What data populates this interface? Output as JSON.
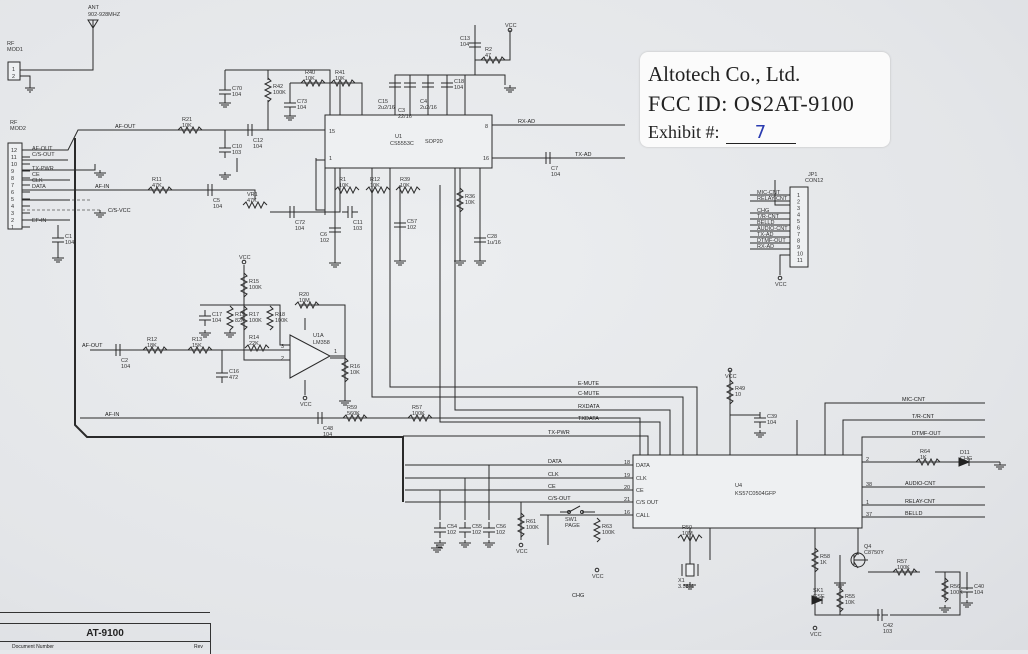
{
  "stamp": {
    "company": "Altotech Co., Ltd.",
    "fcc_id": "FCC ID: OS2AT-9100",
    "exhibit_label": "Exhibit #:",
    "exhibit_number": "7"
  },
  "title_block": {
    "title": "AT-9100",
    "doc_label": "Document Number",
    "rev_label": "Rev"
  },
  "antenna": {
    "ref": "ANT",
    "freq": "902-928MHZ"
  },
  "modules": [
    {
      "ref": "RF",
      "name": "MOD1",
      "pins": [
        "1",
        "2"
      ]
    },
    {
      "ref": "RF",
      "name": "MOD2",
      "pins": [
        "12",
        "11",
        "10",
        "9",
        "8",
        "7",
        "6",
        "5",
        "4",
        "3",
        "2",
        "1"
      ]
    }
  ],
  "mod2_labels": [
    "AF-OUT",
    "C/S-OUT",
    "TX-PWR",
    "CE",
    "CLK",
    "DATA",
    "EF-IN"
  ],
  "ics": {
    "u1": {
      "ref": "U1",
      "part": "CS5553C",
      "package": "SOP20",
      "pins": [
        "15",
        "1",
        "8",
        "16"
      ]
    },
    "u4": {
      "ref": "U4",
      "part": "KS57C0504GFP",
      "left_pins": [
        {
          "num": "18",
          "name": "DATA"
        },
        {
          "num": "19",
          "name": "CLK"
        },
        {
          "num": "20",
          "name": "CE"
        },
        {
          "num": "21",
          "name": "C/S OUT"
        },
        {
          "num": "16",
          "name": "CALL"
        }
      ],
      "right_pins": [
        "2",
        "38",
        "1",
        "37"
      ]
    },
    "u1a": {
      "ref": "U1A",
      "part": "LM358",
      "pins": [
        "3",
        "2",
        "1"
      ]
    },
    "jp1": {
      "ref": "JP1",
      "part": "CON12",
      "pins": [
        "1",
        "2",
        "3",
        "4",
        "5",
        "6",
        "7",
        "8",
        "9",
        "10",
        "11"
      ]
    }
  },
  "jp1_labels": [
    "MIC-CNT",
    "RELAY-CNT",
    "CHG",
    "T/R-CNT",
    "BELLD",
    "AUDIO-CNT",
    "TX-AD",
    "DTMF-OUT",
    "RX-AD"
  ],
  "nets": {
    "af_out": "AF-OUT",
    "af_in": "AF-IN",
    "cs_vcc": "C/S-VCC",
    "rx_ad": "RX-AD",
    "tx_ad": "TX-AD",
    "af_out2": "AF-OUT",
    "af_in2": "AF-IN",
    "e_mute": "E-MUTE",
    "c_mute": "C-MUTE",
    "rxdata": "RXDATA",
    "txdata": "TXDATA",
    "tx_pwr": "TX-PWR",
    "data": "DATA",
    "clk": "CLK",
    "ce": "CE",
    "cs_out": "C/S-OUT",
    "chg": "CHG",
    "mic_cnt": "MIC-CNT",
    "tr_cnt": "T/R-CNT",
    "dtmf_out": "DTMF-OUT",
    "audio_cnt": "AUDIO-CNT",
    "relay_cnt": "RELAY-CNT",
    "belld": "BELLD"
  },
  "power": {
    "vcc": "VCC"
  },
  "components": [
    {
      "ref": "R21",
      "value": "10K"
    },
    {
      "ref": "C12",
      "value": "104"
    },
    {
      "ref": "C10",
      "value": "103"
    },
    {
      "ref": "C70",
      "value": "104"
    },
    {
      "ref": "R42",
      "value": "100K"
    },
    {
      "ref": "C73",
      "value": "104"
    },
    {
      "ref": "R40",
      "value": "10K"
    },
    {
      "ref": "R41",
      "value": "10K"
    },
    {
      "ref": "C15",
      "value": "2u2/16"
    },
    {
      "ref": "C3",
      "value": "22/16"
    },
    {
      "ref": "C4",
      "value": "2u2/16"
    },
    {
      "ref": "C18",
      "value": "104"
    },
    {
      "ref": "C13",
      "value": "104"
    },
    {
      "ref": "R2",
      "value": "47"
    },
    {
      "ref": "R11",
      "value": "47K"
    },
    {
      "ref": "C5",
      "value": "104"
    },
    {
      "ref": "VR1",
      "value": "47K"
    },
    {
      "ref": "C72",
      "value": "104"
    },
    {
      "ref": "R1",
      "value": "10K"
    },
    {
      "ref": "R12",
      "value": "10K"
    },
    {
      "ref": "R39",
      "value": "10K"
    },
    {
      "ref": "C11",
      "value": "103"
    },
    {
      "ref": "C6",
      "value": "102"
    },
    {
      "ref": "C57",
      "value": "102"
    },
    {
      "ref": "R36",
      "value": "10K"
    },
    {
      "ref": "C28",
      "value": "1u/16"
    },
    {
      "ref": "C7",
      "value": "104"
    },
    {
      "ref": "C1",
      "value": "104"
    },
    {
      "ref": "R15",
      "value": "100K"
    },
    {
      "ref": "C17",
      "value": "104"
    },
    {
      "ref": "R19",
      "value": "82K"
    },
    {
      "ref": "R17",
      "value": "100K"
    },
    {
      "ref": "R18",
      "value": "100K"
    },
    {
      "ref": "R20",
      "value": "10M"
    },
    {
      "ref": "R14",
      "value": "22K"
    },
    {
      "ref": "C2",
      "value": "104"
    },
    {
      "ref": "R12",
      "value": "18K"
    },
    {
      "ref": "R13",
      "value": "15K"
    },
    {
      "ref": "C16",
      "value": "472"
    },
    {
      "ref": "R16",
      "value": "10K"
    },
    {
      "ref": "C48",
      "value": "104"
    },
    {
      "ref": "R59",
      "value": "560K"
    },
    {
      "ref": "R57",
      "value": "100K"
    },
    {
      "ref": "C54",
      "value": "102"
    },
    {
      "ref": "C55",
      "value": "102"
    },
    {
      "ref": "C56",
      "value": "102"
    },
    {
      "ref": "R61",
      "value": "100K"
    },
    {
      "ref": "SW1",
      "value": "PAGE"
    },
    {
      "ref": "R63",
      "value": "100K"
    },
    {
      "ref": "R50",
      "value": "10M"
    },
    {
      "ref": "X1",
      "value": "3.58M"
    },
    {
      "ref": "R49",
      "value": "10"
    },
    {
      "ref": "C39",
      "value": "104"
    },
    {
      "ref": "R64",
      "value": "1K"
    },
    {
      "ref": "D11",
      "value": "CHG"
    },
    {
      "ref": "R58",
      "value": "1K"
    },
    {
      "ref": "SK1",
      "value": "GSE"
    },
    {
      "ref": "R55",
      "value": "10K"
    },
    {
      "ref": "Q4",
      "value": "C8750Y"
    },
    {
      "ref": "R57",
      "value": "100K"
    },
    {
      "ref": "R56",
      "value": "100K"
    },
    {
      "ref": "C40",
      "value": "104"
    },
    {
      "ref": "C42",
      "value": "103"
    }
  ]
}
